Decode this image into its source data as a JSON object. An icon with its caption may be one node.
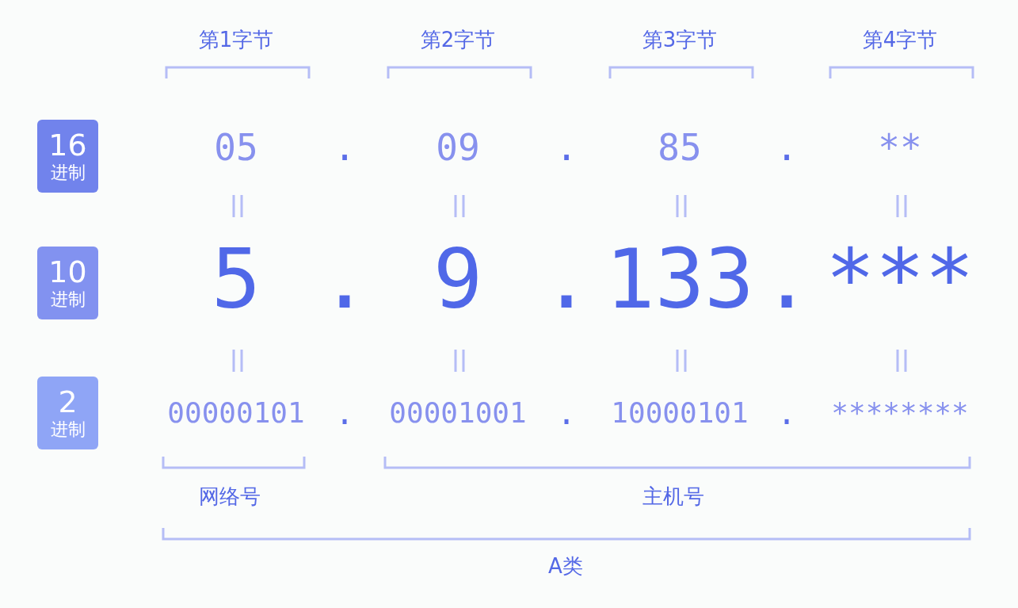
{
  "diagram": {
    "nodes": [
      {
        "text": [
          "16",
          "进制"
        ]
      },
      {
        "text": [
          "10",
          "进制"
        ]
      },
      {
        "text": [
          "2",
          "进制"
        ]
      }
    ],
    "labels": [
      "第1字节",
      "第2字节",
      "第3字节",
      "第4字节",
      "05",
      ".",
      "09",
      ".",
      "85",
      ".",
      "**",
      "5",
      ".",
      "9",
      ".",
      "133",
      ".",
      "***",
      "00000101",
      ".",
      "00001001",
      ".",
      "10000101",
      ".",
      "********",
      "网络号",
      "主机号",
      "A类"
    ]
  }
}
